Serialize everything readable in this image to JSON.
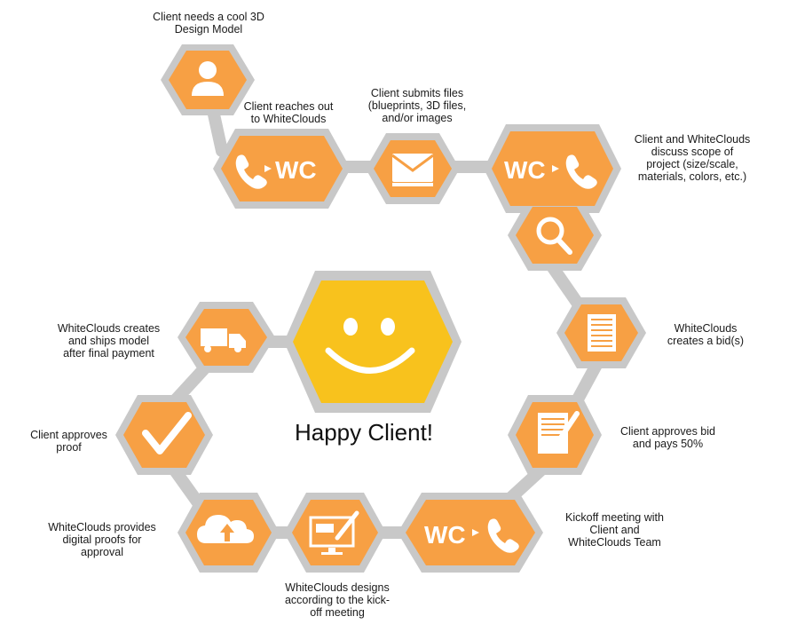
{
  "center": {
    "title": "Happy Client!"
  },
  "steps": [
    {
      "id": "need-model",
      "label": "Client needs a cool 3D\nDesign Model",
      "icon": "user-icon"
    },
    {
      "id": "reach-out",
      "label": "Client reaches out\nto WhiteClouds",
      "icon": "phone-to-wc-icon"
    },
    {
      "id": "submit-files",
      "label": "Client submits files\n(blueprints, 3D files,\nand/or images",
      "icon": "envelope-icon"
    },
    {
      "id": "discuss-scope",
      "label": "Client and WhiteClouds\ndiscuss scope of\nproject (size/scale,\nmaterials, colors, etc.)",
      "icon": "wc-to-phone-icon"
    },
    {
      "id": "review",
      "label": "",
      "icon": "magnifier-icon"
    },
    {
      "id": "create-bid",
      "label": "WhiteClouds\ncreates a bid(s)",
      "icon": "document-icon"
    },
    {
      "id": "approve-bid",
      "label": "Client approves bid\nand pays 50%",
      "icon": "document-check-icon"
    },
    {
      "id": "kickoff",
      "label": "Kickoff meeting with\nClient and\nWhiteClouds Team",
      "icon": "wc-to-phone-icon"
    },
    {
      "id": "designs",
      "label": "WhiteClouds designs\naccording to the kick-\noff meeting",
      "icon": "design-monitor-icon"
    },
    {
      "id": "proofs",
      "label": "WhiteClouds provides\ndigital proofs for\napproval",
      "icon": "cloud-upload-icon"
    },
    {
      "id": "approve-proof",
      "label": "Client approves\nproof",
      "icon": "checkmark-icon"
    },
    {
      "id": "ship",
      "label": "WhiteClouds creates\nand ships model\nafter final payment",
      "icon": "truck-icon"
    }
  ],
  "brand_mark": "WC",
  "colors": {
    "orange": "#F7A044",
    "gray": "#C8C8C8",
    "yellow": "#F8C21D",
    "white": "#FFFFFF",
    "text": "#1A1A1A"
  }
}
